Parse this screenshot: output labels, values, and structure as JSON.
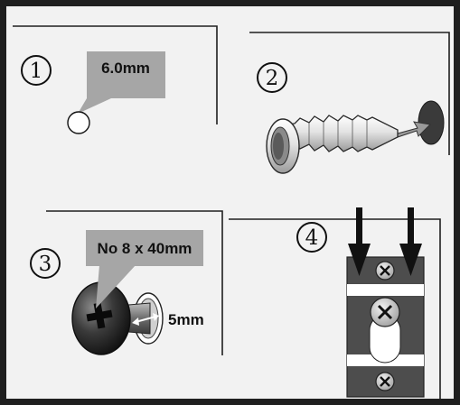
{
  "steps": [
    {
      "number": "1",
      "label": "6.0mm",
      "content": "drill-hole"
    },
    {
      "number": "2",
      "label": "",
      "content": "wall-plug"
    },
    {
      "number": "3",
      "label": "No 8 x 40mm",
      "dimension": "5mm",
      "content": "screw"
    },
    {
      "number": "4",
      "label": "",
      "content": "bracket-fixing"
    }
  ],
  "colors": {
    "frame": "#1f1f1f",
    "background": "#f2f2f2",
    "callout": "#a6a6a6",
    "bracket": "#4d4d4d"
  },
  "icons": [
    "circled-number",
    "drill-hole-circle",
    "wall-plug",
    "screw-head",
    "double-arrow",
    "down-arrow",
    "bracket-plate"
  ]
}
